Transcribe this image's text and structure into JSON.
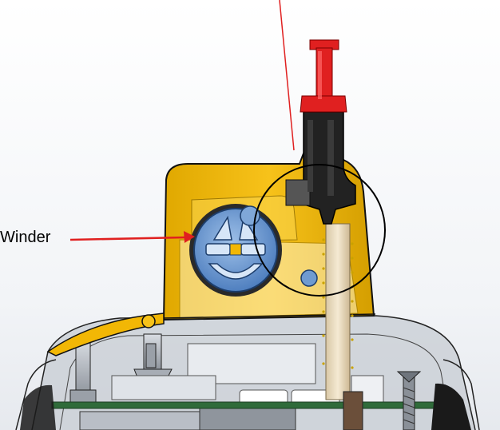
{
  "diagram": {
    "callouts": [
      {
        "label": "Winder"
      }
    ],
    "colors": {
      "housing": "#f2b705",
      "housing_dark": "#c99400",
      "plunger": "#e02020",
      "winder": "#6f9bd0",
      "pointer": "#e02020",
      "outline": "#111111",
      "pcb": "#2f6b3a"
    },
    "icons": [
      "red-pointer-arrow",
      "detail-circle"
    ]
  }
}
